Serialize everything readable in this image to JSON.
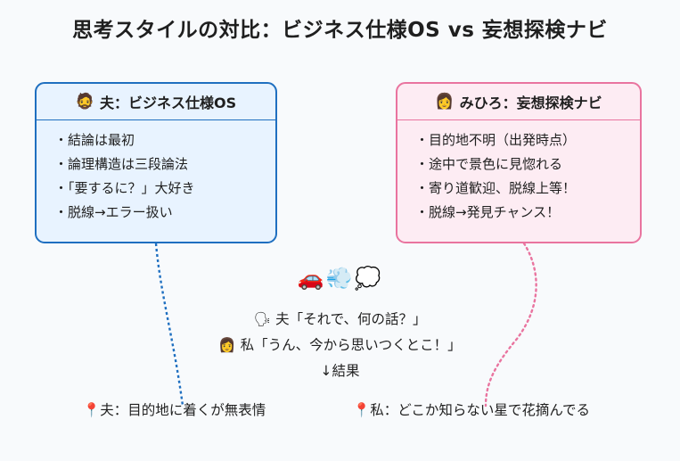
{
  "title": "思考スタイルの対比：ビジネス仕様OS vs 妄想探検ナビ",
  "colors": {
    "left_accent": "#1f6fc0",
    "right_accent": "#e9749f"
  },
  "left_box": {
    "icon": "🧔",
    "heading": "夫：ビジネス仕様OS",
    "items": [
      "結論は最初",
      "論理構造は三段論法",
      "「要するに？」大好き",
      "脱線→エラー扱い"
    ]
  },
  "right_box": {
    "icon": "👩",
    "heading": "みひろ：妄想探検ナビ",
    "items": [
      "目的地不明（出発時点）",
      "途中で景色に見惚れる",
      "寄り道歓迎、脱線上等！",
      "脱線→発見チャンス！"
    ]
  },
  "scene_icons": "🚗💨💭",
  "dialog": {
    "line1": "🗣 夫「それで、何の話？」",
    "line2": "👩 私「うん、今から思いつくとこ！」",
    "line3": "↓結果"
  },
  "results": {
    "left": "📍夫：目的地に着くが無表情",
    "right": "📍私：どこか知らない星で花摘んでる"
  }
}
